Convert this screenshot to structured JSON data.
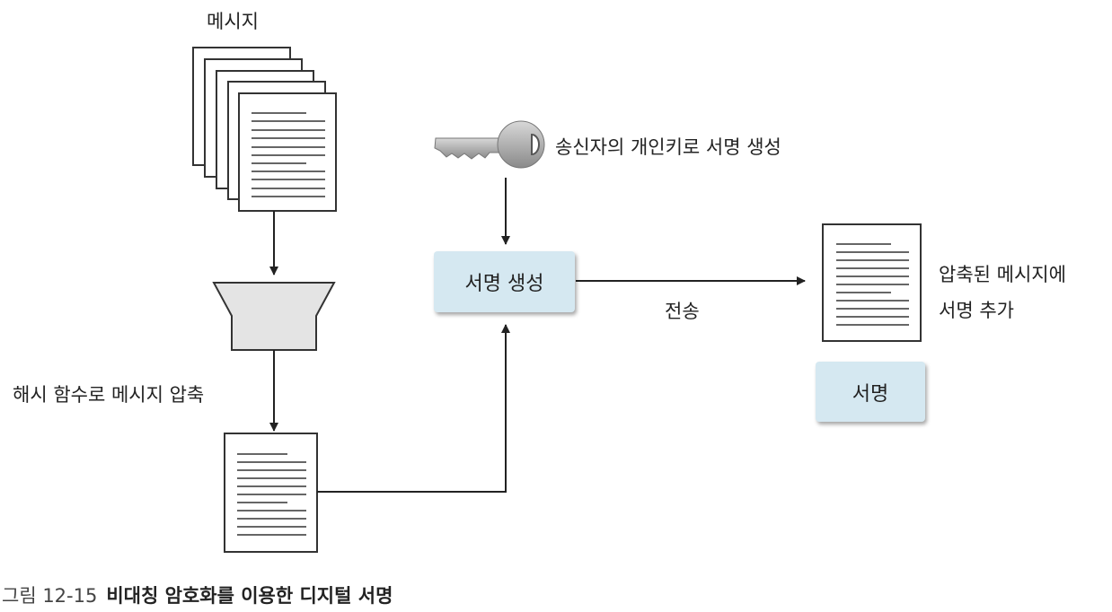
{
  "labels": {
    "messages": "메시지",
    "hash_step": "해시 함수로 메시지 압축",
    "private_key": "송신자의 개인키로 서명 생성",
    "sign_box": "서명 생성",
    "transmit": "전송",
    "result_line1": "압축된 메시지에",
    "result_line2": "서명 추가",
    "signature_box": "서명"
  },
  "caption": {
    "number": "그림 12-15",
    "title": "비대칭 암호화를 이용한 디지털 서명"
  },
  "colors": {
    "box_fill": "#d5e8f1",
    "funnel_fill": "#e4e4e4",
    "stroke": "#333333"
  }
}
